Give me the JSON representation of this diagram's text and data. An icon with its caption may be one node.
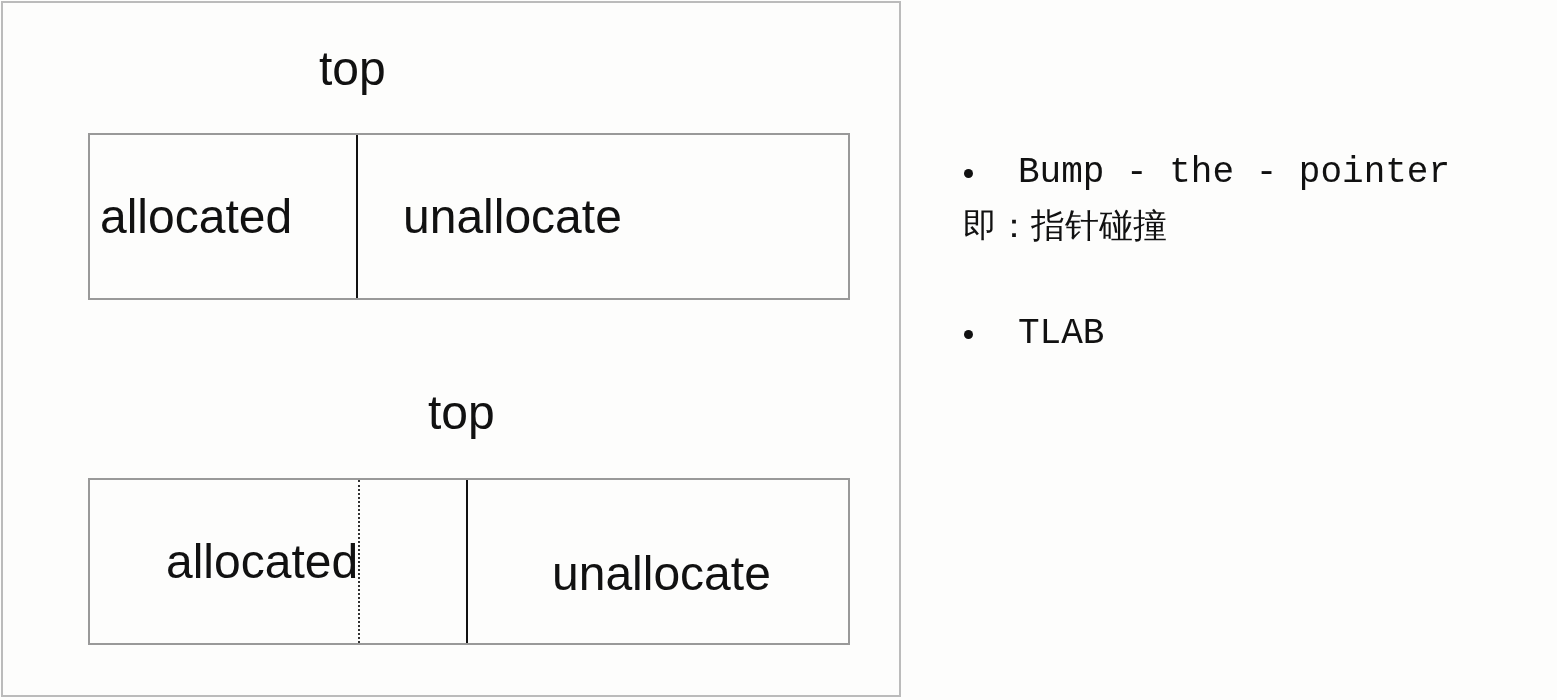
{
  "diagram": {
    "nodes": [
      {
        "text": [],
        "shape": "bar"
      },
      {
        "text": [
          "allocated"
        ],
        "in": 0
      },
      {
        "text": [
          "unallocate"
        ],
        "in": 0
      },
      {
        "text": [],
        "shape": "bar"
      },
      {
        "text": [
          "allocated"
        ],
        "in": 3
      },
      {
        "text": [
          "unallocate"
        ],
        "in": 3
      }
    ],
    "labels": [
      "top",
      "top",
      "Bump - the - pointer",
      "即：指针碰撞",
      "TLAB"
    ]
  }
}
